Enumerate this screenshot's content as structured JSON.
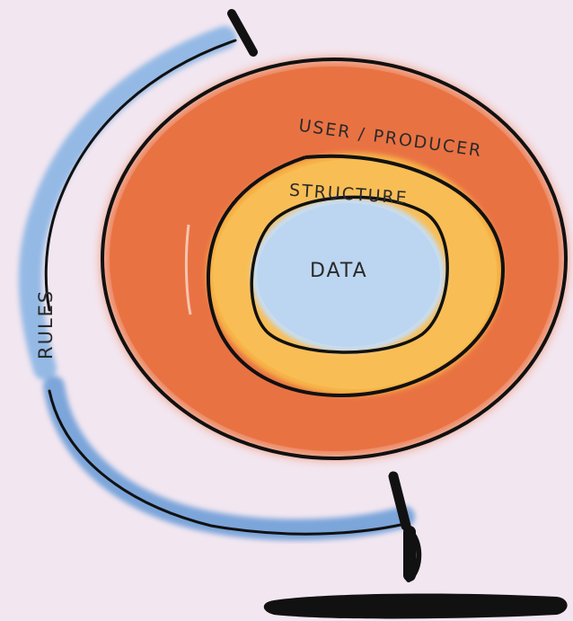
{
  "diagram": {
    "labels": {
      "outer": "USER / PRODUCER",
      "middle": "STRUCTURE",
      "inner": "DATA",
      "side": "RULES"
    },
    "colors": {
      "background": "#f2e6f0",
      "outer_ring": "#ec7d4f",
      "middle_ring": "#f7b547",
      "core": "#bcd6f1",
      "rules_arc": "#6f9fd8",
      "ink": "#111111"
    }
  }
}
